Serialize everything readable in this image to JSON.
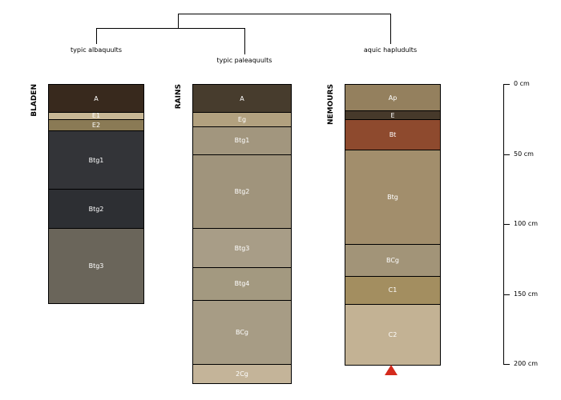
{
  "figure": {
    "background": "#ffffff",
    "line_color": "#000000"
  },
  "tree": {
    "labels": [
      "typic albaquults",
      "typic paleaquults",
      "aquic hapludults"
    ]
  },
  "profiles": [
    {
      "name": "BLADEN",
      "classification": "typic albaquults",
      "horizons": [
        {
          "label": "A",
          "top_cm": 0,
          "bottom_cm": 20,
          "color": "#38291d"
        },
        {
          "label": "E1",
          "top_cm": 20,
          "bottom_cm": 25,
          "color": "#c8b795"
        },
        {
          "label": "E2",
          "top_cm": 25,
          "bottom_cm": 33,
          "color": "#8a7a55"
        },
        {
          "label": "Btg1",
          "top_cm": 33,
          "bottom_cm": 75,
          "color": "#333438"
        },
        {
          "label": "Btg2",
          "top_cm": 75,
          "bottom_cm": 103,
          "color": "#2d2f33"
        },
        {
          "label": "Btg3",
          "top_cm": 103,
          "bottom_cm": 156,
          "color": "#6a655a"
        }
      ]
    },
    {
      "name": "RAINS",
      "classification": "typic paleaquults",
      "horizons": [
        {
          "label": "A",
          "top_cm": 0,
          "bottom_cm": 20,
          "color": "#473c2d"
        },
        {
          "label": "Eg",
          "top_cm": 20,
          "bottom_cm": 30,
          "color": "#b2a17f"
        },
        {
          "label": "Btg1",
          "top_cm": 30,
          "bottom_cm": 50,
          "color": "#a2967e"
        },
        {
          "label": "Btg2",
          "top_cm": 50,
          "bottom_cm": 103,
          "color": "#a0947c"
        },
        {
          "label": "Btg3",
          "top_cm": 103,
          "bottom_cm": 131,
          "color": "#a89d87"
        },
        {
          "label": "Btg4",
          "top_cm": 131,
          "bottom_cm": 154,
          "color": "#a39980"
        },
        {
          "label": "BCg",
          "top_cm": 154,
          "bottom_cm": 200,
          "color": "#a79c85"
        },
        {
          "label": "2Cg",
          "top_cm": 200,
          "bottom_cm": 213,
          "color": "#c4b499"
        }
      ]
    },
    {
      "name": "NEMOURS",
      "classification": "aquic hapludults",
      "horizons": [
        {
          "label": "Ap",
          "top_cm": 0,
          "bottom_cm": 19,
          "color": "#94805e"
        },
        {
          "label": "E",
          "top_cm": 19,
          "bottom_cm": 25,
          "color": "#46392a"
        },
        {
          "label": "Bt",
          "top_cm": 25,
          "bottom_cm": 47,
          "color": "#8e4a2e"
        },
        {
          "label": "Btg",
          "top_cm": 47,
          "bottom_cm": 114,
          "color": "#a28e6c"
        },
        {
          "label": "BCg",
          "top_cm": 114,
          "bottom_cm": 137,
          "color": "#a29478"
        },
        {
          "label": "C1",
          "top_cm": 137,
          "bottom_cm": 157,
          "color": "#a38e60"
        },
        {
          "label": "C2",
          "top_cm": 157,
          "bottom_cm": 200,
          "color": "#c3b294"
        }
      ]
    }
  ],
  "depth_axis": {
    "unit": "cm",
    "ticks": [
      {
        "cm": 0,
        "label": "0 cm"
      },
      {
        "cm": 50,
        "label": "50 cm"
      },
      {
        "cm": 100,
        "label": "100 cm"
      },
      {
        "cm": 150,
        "label": "150 cm"
      },
      {
        "cm": 200,
        "label": "200 cm"
      }
    ]
  },
  "marker": {
    "shape": "triangle-up",
    "color": "#d42a1c",
    "profile": "NEMOURS"
  }
}
